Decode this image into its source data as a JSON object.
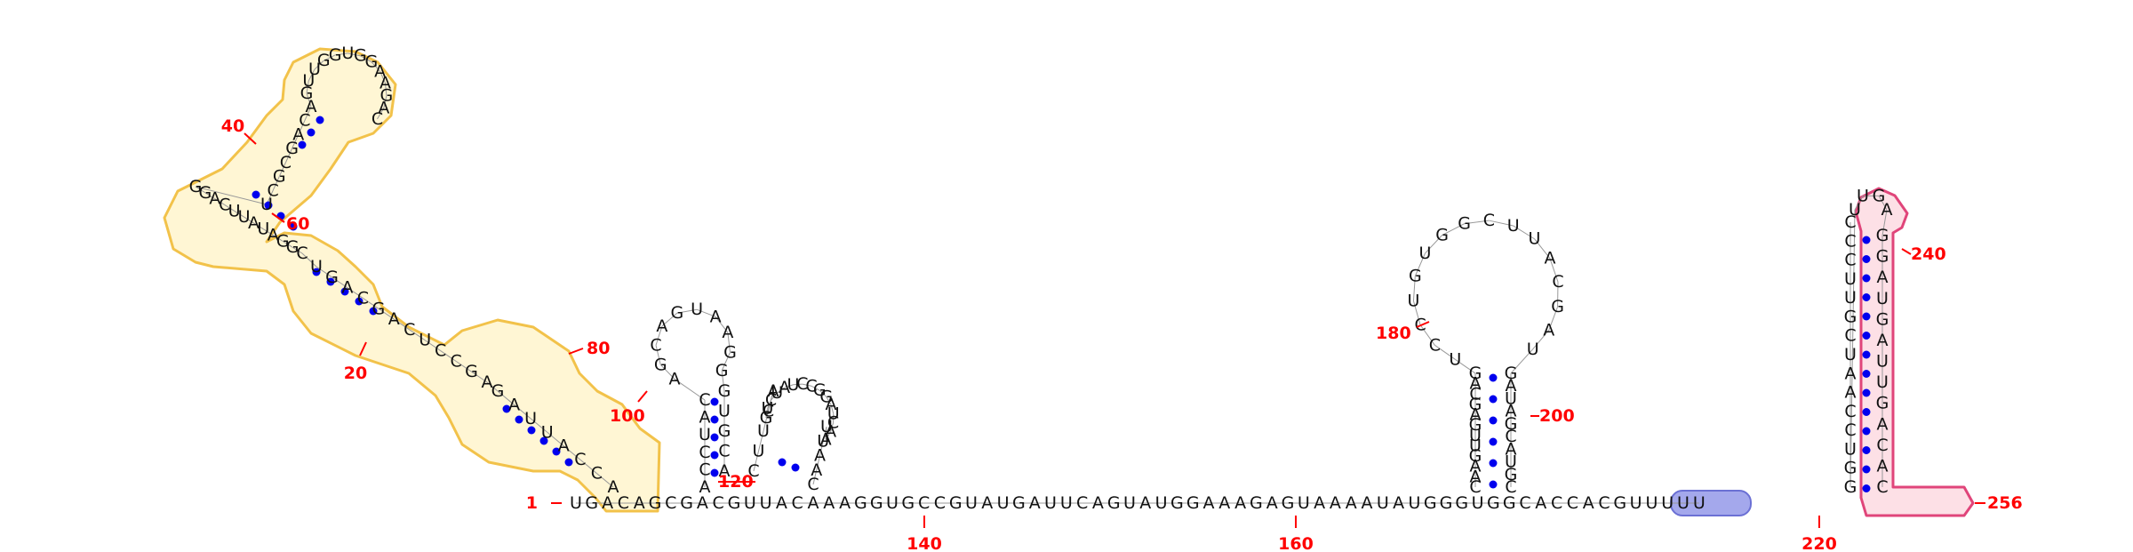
{
  "diagram": {
    "colors": {
      "nucleotide_text": "#111111",
      "base_pair_dot": "#0000ee",
      "position_label": "#ff0000",
      "yellow_domain_fill": "#fff6d4",
      "yellow_domain_stroke": "#f2c24a",
      "blue_highlight_fill": "#a4a8ec",
      "blue_highlight_stroke": "#6b70d4",
      "pink_domain_fill": "#fde0e6",
      "pink_domain_stroke": "#e0457a"
    },
    "position_labels": [
      "1",
      "20",
      "40",
      "60",
      "80",
      "100",
      "120",
      "140",
      "160",
      "180",
      "200",
      "220",
      "240",
      "256"
    ],
    "backbone_3prime": "UGACAGCGACGUUACAAAGGUGCCGUAUGAUUCAGUAUGGAAAGAGUAAAAUAUGGGUGGCACCACGUUUUU",
    "highlighted_segment": "UGGC",
    "hairpin_1": {
      "stem_5prime": "ACCAUUAGAGCCUCAGCAGUCGGAUAUUCAGGUCGCGACA",
      "loop_top": "GUUGGUGGAAGAC"
    },
    "hairpin_2": {
      "stem_5prime": "ACCUAC",
      "loop": "AGCAGUAAGG",
      "stem_3prime": "GUGCA"
    },
    "hairpin_3": {
      "stem_5prime": "CUUCA",
      "loop": "GUCUAUCCGGAUCAA",
      "stem_3prime": "UUAAC"
    },
    "hairpin_4": {
      "stem_5prime": "CAAGUUGAGCAG",
      "loop": "UCCUGUGGCUUACGAU",
      "stem_3prime": "GAUAGCAUGC"
    }
  }
}
